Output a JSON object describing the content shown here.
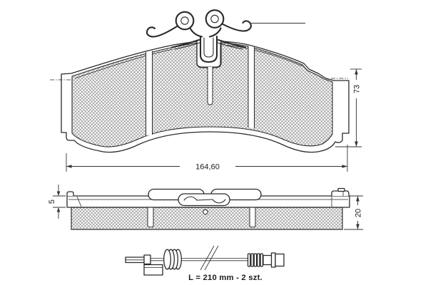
{
  "drawing": {
    "front_view": {
      "height_dim_label": "73",
      "width_dim_label": "164,60"
    },
    "side_view": {
      "backplate_thickness_label": "5",
      "overall_thickness_label": "20"
    },
    "wear_sensor": {
      "length_label": "L = 210 mm - 2 szt."
    }
  },
  "colors": {
    "background": "#ffffff",
    "line": "#2a2a2a",
    "hatch_line": "#6a6a6a",
    "dimension_line": "#333333"
  }
}
